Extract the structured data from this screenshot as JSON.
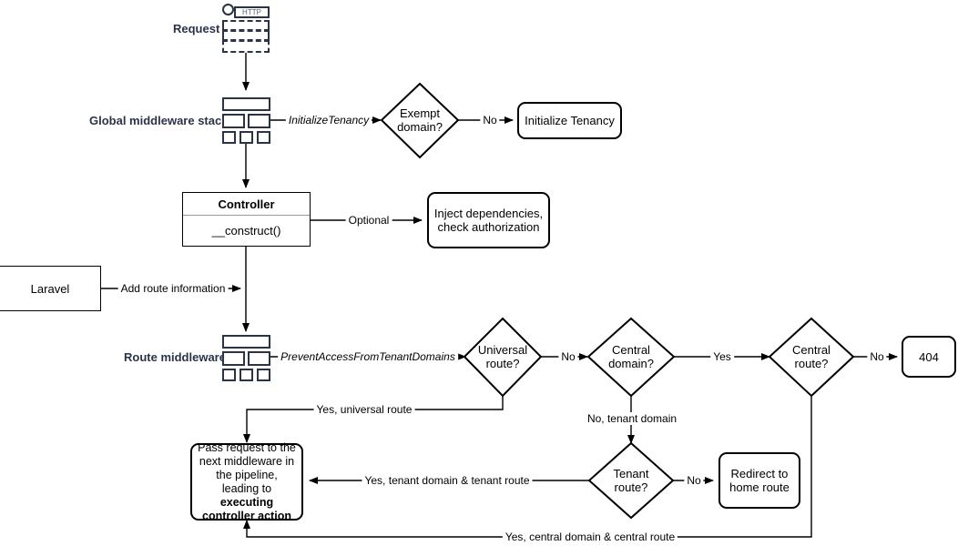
{
  "diagram": {
    "title": "Laravel tenancy request lifecycle flowchart",
    "side_labels": [
      {
        "name": "request",
        "text": "Request"
      },
      {
        "name": "global-middleware-stack",
        "text": "Global middleware stack"
      },
      {
        "name": "route-middleware",
        "text": "Route middleware"
      }
    ],
    "nodes": {
      "http_request_icon": {
        "label": "HTTP"
      },
      "exempt_domain": {
        "label": "Exempt\ndomain?",
        "line1": "Exempt",
        "line2": "domain?"
      },
      "initialize_tenancy": {
        "label": "Initialize Tenancy"
      },
      "controller": {
        "title": "Controller",
        "method": "__construct()"
      },
      "inject_dependencies": {
        "line1": "Inject dependencies,",
        "line2": "check authorization"
      },
      "laravel": {
        "label": "Laravel"
      },
      "universal_route": {
        "line1": "Universal",
        "line2": "route?"
      },
      "central_domain": {
        "line1": "Central",
        "line2": "domain?"
      },
      "central_route": {
        "line1": "Central",
        "line2": "route?"
      },
      "not_found": {
        "label": "404"
      },
      "tenant_route": {
        "line1": "Tenant",
        "line2": "route?"
      },
      "redirect_home": {
        "line1": "Redirect to",
        "line2": "home route"
      },
      "pass_request": {
        "text_normal_1": "Pass request to the next middleware in the pipeline, leading to ",
        "text_bold": "executing controller action"
      }
    },
    "edge_labels": [
      {
        "name": "edge-initialize-tenancy",
        "text": "InitializeTenancy",
        "italic": true
      },
      {
        "name": "edge-exempt-no",
        "text": "No",
        "italic": false
      },
      {
        "name": "edge-optional",
        "text": "Optional",
        "italic": false
      },
      {
        "name": "edge-add-route-information",
        "text": "Add route information",
        "italic": false
      },
      {
        "name": "edge-prevent-access",
        "text": "PreventAccessFromTenantDomains",
        "italic": true
      },
      {
        "name": "edge-universal-no",
        "text": "No",
        "italic": false
      },
      {
        "name": "edge-central-domain-yes",
        "text": "Yes",
        "italic": false
      },
      {
        "name": "edge-central-route-no",
        "text": "No",
        "italic": false
      },
      {
        "name": "edge-no-tenant-domain",
        "text": "No, tenant domain",
        "italic": false
      },
      {
        "name": "edge-yes-universal-route",
        "text": "Yes, universal route",
        "italic": false
      },
      {
        "name": "edge-yes-tenant",
        "text": "Yes, tenant domain & tenant route",
        "italic": false
      },
      {
        "name": "edge-tenant-route-no",
        "text": "No",
        "italic": false
      },
      {
        "name": "edge-yes-central",
        "text": "Yes, central domain & central route",
        "italic": false
      }
    ],
    "colors": {
      "stroke": "#000000",
      "icon_navy": "#2b3347",
      "divider_gray": "#999999",
      "background": "#ffffff"
    }
  }
}
